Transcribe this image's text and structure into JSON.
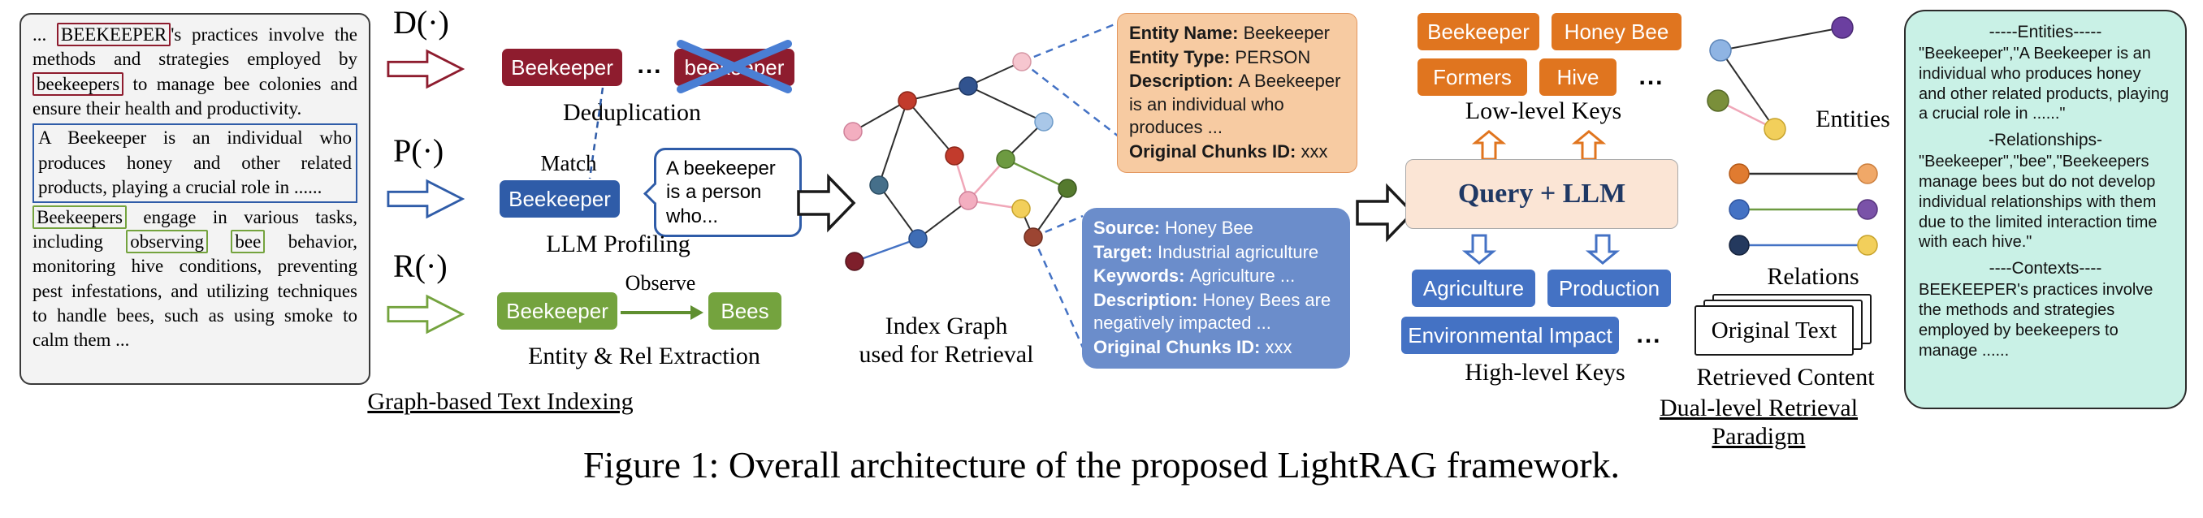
{
  "caption": "Figure 1: Overall architecture of the proposed LightRAG framework.",
  "colors": {
    "dedup_red": "#8e1c2e",
    "profile_blue": "#2f5ca8",
    "extract_green": "#74a33e",
    "low_key_orange": "#e0751f",
    "high_key_blue": "#4472c4",
    "query_box_bg": "#fbe5d5",
    "query_text": "#1f3864",
    "entity_card_bg": "#f7cba2",
    "relation_card_bg": "#6b8dcb",
    "output_panel_bg": "#c9f1e6"
  },
  "source_text": {
    "p1_pre": "... ",
    "p1_term1": "BEEKEEPER",
    "p1_mid": "'s practices involve the methods and strategies employed by ",
    "p1_term2": "beekeepers",
    "p1_post": " to manage bee colonies and ensure their health and productivity.",
    "p2": "A Beekeeper is an individual who produces honey and other related products, playing a crucial role in ......",
    "p3_term1": "Beekeepers",
    "p3_mid1": " engage in various tasks, including ",
    "p3_term2": "observing",
    "p3_mid2": " ",
    "p3_term3": "bee",
    "p3_post": " behavior, monitoring hive conditions, preventing pest infestations, and utilizing techniques to handle bees, such as using smoke to calm them ..."
  },
  "indexing": {
    "op_dedup": "D(·)",
    "op_profile": "P(·)",
    "op_extract": "R(·)",
    "dedup_badge_1": "Beekeeper",
    "dedup_ellipsis": "...",
    "dedup_badge_2": "beekeeper",
    "dedup_label": "Deduplication",
    "match_label": "Match",
    "profile_badge": "Beekeeper",
    "profile_callout": "A beekeeper is a person who...",
    "profile_label": "LLM Profiling",
    "extract_badge_1": "Beekeeper",
    "extract_edge_label": "Observe",
    "extract_badge_2": "Bees",
    "extract_label": "Entity & Rel Extraction",
    "section_label": "Graph-based Text Indexing"
  },
  "index_graph": {
    "label_line1": "Index Graph",
    "label_line2": "used for Retrieval"
  },
  "entity_card": {
    "name_label": "Entity Name: ",
    "name_value": "Beekeeper",
    "type_label": "Entity Type: ",
    "type_value": "PERSON",
    "desc_label": "Description: ",
    "desc_value": "A Beekeeper is an individual who produces ...",
    "chunks_label": "Original Chunks ID: ",
    "chunks_value": "xxx"
  },
  "relation_card": {
    "source_label": "Source: ",
    "source_value": "Honey Bee",
    "target_label": "Target: ",
    "target_value": "Industrial agriculture",
    "keywords_label": "Keywords: ",
    "keywords_value": "Agriculture ...",
    "desc_label": "Description: ",
    "desc_value": "Honey Bees are negatively impacted ...",
    "chunks_label": "Original Chunks ID: ",
    "chunks_value": "xxx"
  },
  "retrieval": {
    "low_keys": [
      "Beekeeper",
      "Honey Bee",
      "Formers",
      "Hive"
    ],
    "low_ellipsis": "...",
    "low_label": "Low-level Keys",
    "query_box_label": "Query + LLM",
    "high_keys": [
      "Agriculture",
      "Production",
      "Environmental Impact"
    ],
    "high_ellipsis": "...",
    "high_label": "High-level Keys",
    "entities_label": "Entities",
    "relations_label": "Relations",
    "original_text_label": "Original Text",
    "retrieved_label": "Retrieved Content",
    "section_label": "Dual-level Retrieval Paradigm"
  },
  "output_panel": {
    "entities_header": "-----Entities-----",
    "entities_body": "\"Beekeeper\",\"A Beekeeper is an individual who produces honey and other related products, playing a crucial role in ......\"",
    "relationships_header": "-Relationships-",
    "relationships_body": "\"Beekeeper\",\"bee\",\"Beekeepers manage bees but do not develop individual relationships with them due to the limited interaction time with each hive.\"",
    "contexts_header": "----Contexts----",
    "contexts_body": "BEEKEEPER's practices involve the methods and strategies employed by beekeepers to manage ......"
  }
}
